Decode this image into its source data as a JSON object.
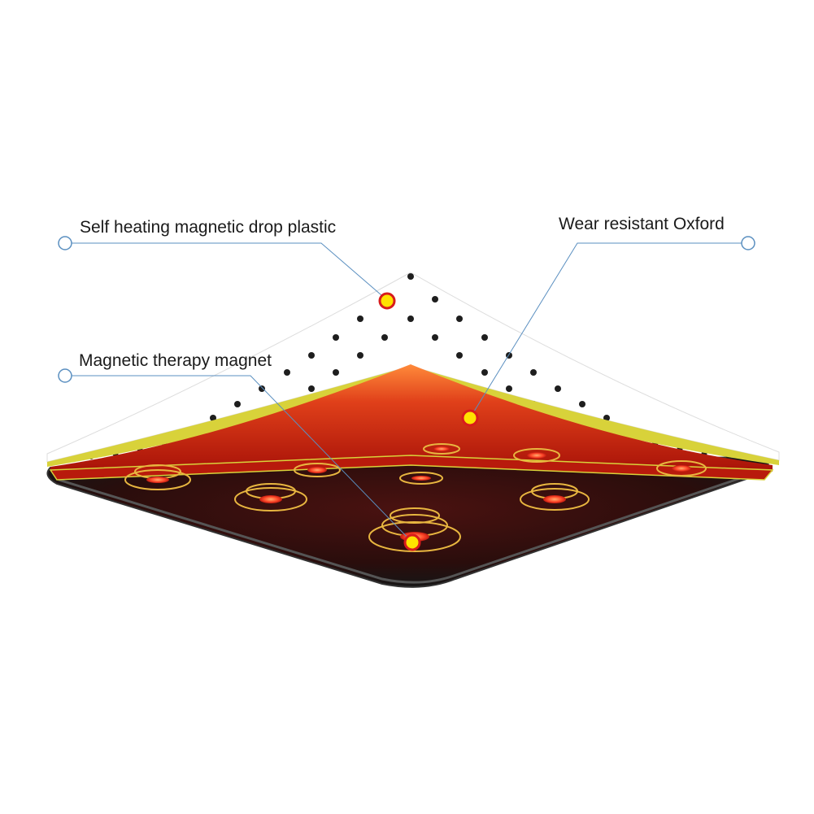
{
  "callouts": {
    "self_heating": "Self heating magnetic drop plastic",
    "wear_resistant": "Wear resistant Oxford",
    "magnet": "Magnetic therapy magnet"
  },
  "colors": {
    "base_pad": "#1b1b1b",
    "red_layer": "#c0200c",
    "orange_glow": "#ff6a1a",
    "yellow_edge": "#d8d23a",
    "magnet_ring": "#e8b640",
    "dot": "#1e1e1e",
    "leader_line": "#5a8fc0",
    "marker_fill": "#ffe200",
    "marker_ring": "#d81c1c"
  },
  "icons": {
    "open_endpoint": "open-circle-icon",
    "marker": "hotspot-marker-icon"
  }
}
